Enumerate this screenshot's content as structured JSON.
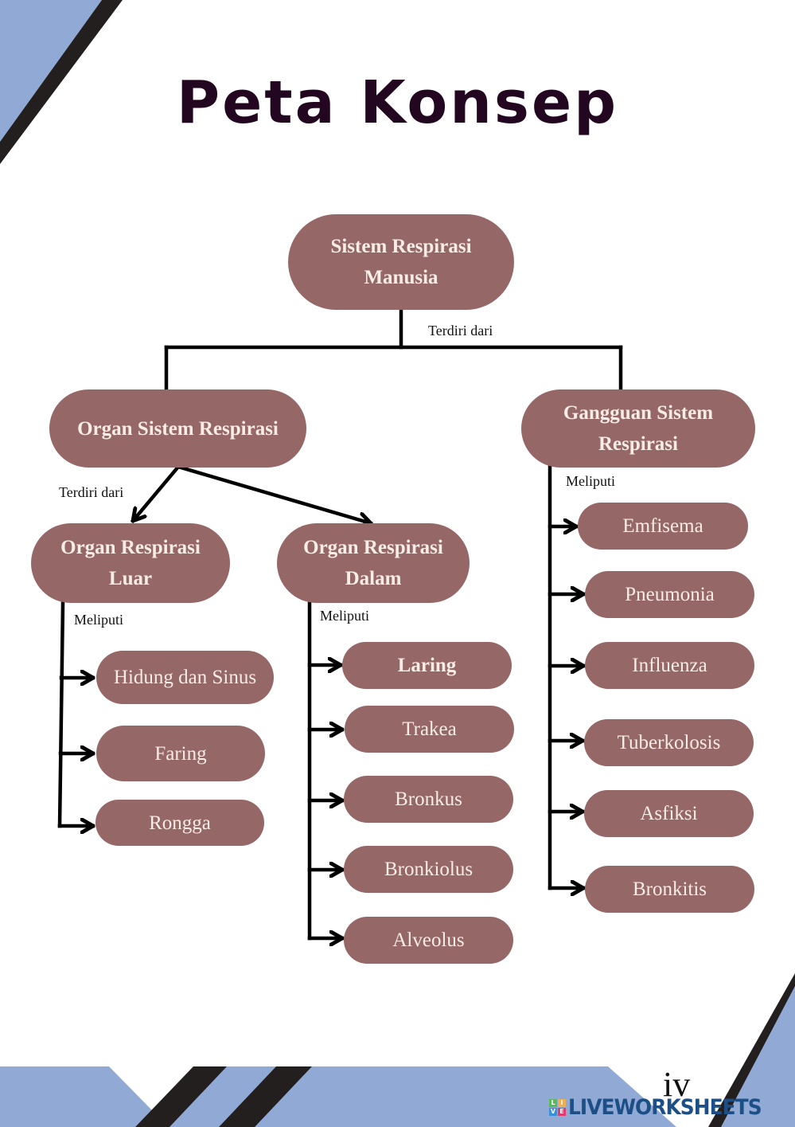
{
  "title": "Peta Konsep",
  "colors": {
    "node_fill": "#966767",
    "node_text": "#f7ece6",
    "title_text": "#23061f",
    "accent_blue": "#91a9d5",
    "stripe_dark": "#231f1f",
    "connector": "#000000"
  },
  "root": {
    "lines": [
      "Sistem Respirasi",
      "Manusia"
    ],
    "relation": "Terdiri dari"
  },
  "branches": {
    "organ": {
      "label": "Organ Sistem Respirasi",
      "relation": "Terdiri dari",
      "luar": {
        "lines": [
          "Organ Respirasi",
          "Luar"
        ],
        "relation": "Meliputi",
        "items": [
          "Hidung dan Sinus",
          "Faring",
          "Rongga"
        ]
      },
      "dalam": {
        "lines": [
          "Organ Respirasi",
          "Dalam"
        ],
        "relation": "Meliputi",
        "items": [
          "Laring",
          "Trakea",
          "Bronkus",
          "Bronkiolus",
          "Alveolus"
        ]
      }
    },
    "gangguan": {
      "lines": [
        "Gangguan Sistem",
        "Respirasi"
      ],
      "relation": "Meliputi",
      "items": [
        "Emfisema",
        "Pneumonia",
        "Influenza",
        "Tuberkolosis",
        "Asfiksi",
        "Bronkitis"
      ]
    }
  },
  "watermark": {
    "brand": "LIVEWORKSHEETS",
    "logo_letters": [
      "L",
      "I",
      "V",
      "E"
    ],
    "logo_colors": [
      "#5cb85c",
      "#f0ad4e",
      "#3b8fd9",
      "#e23b6b"
    ],
    "overlay_text": "iv"
  }
}
